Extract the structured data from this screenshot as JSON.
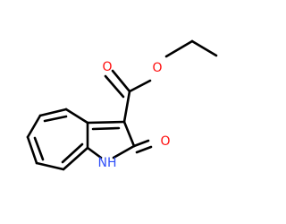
{
  "atoms": {
    "ester_carbonyl_oxygen": {
      "label": "O",
      "color": "#ff0d0d"
    },
    "ester_ether_oxygen": {
      "label": "O",
      "color": "#ff0d0d"
    },
    "lactam_carbonyl_oxygen": {
      "label": "O",
      "color": "#ff0d0d"
    },
    "ring_nitrogen": {
      "label": "NH",
      "color": "#3050f8"
    }
  },
  "bond_color": "#000000"
}
